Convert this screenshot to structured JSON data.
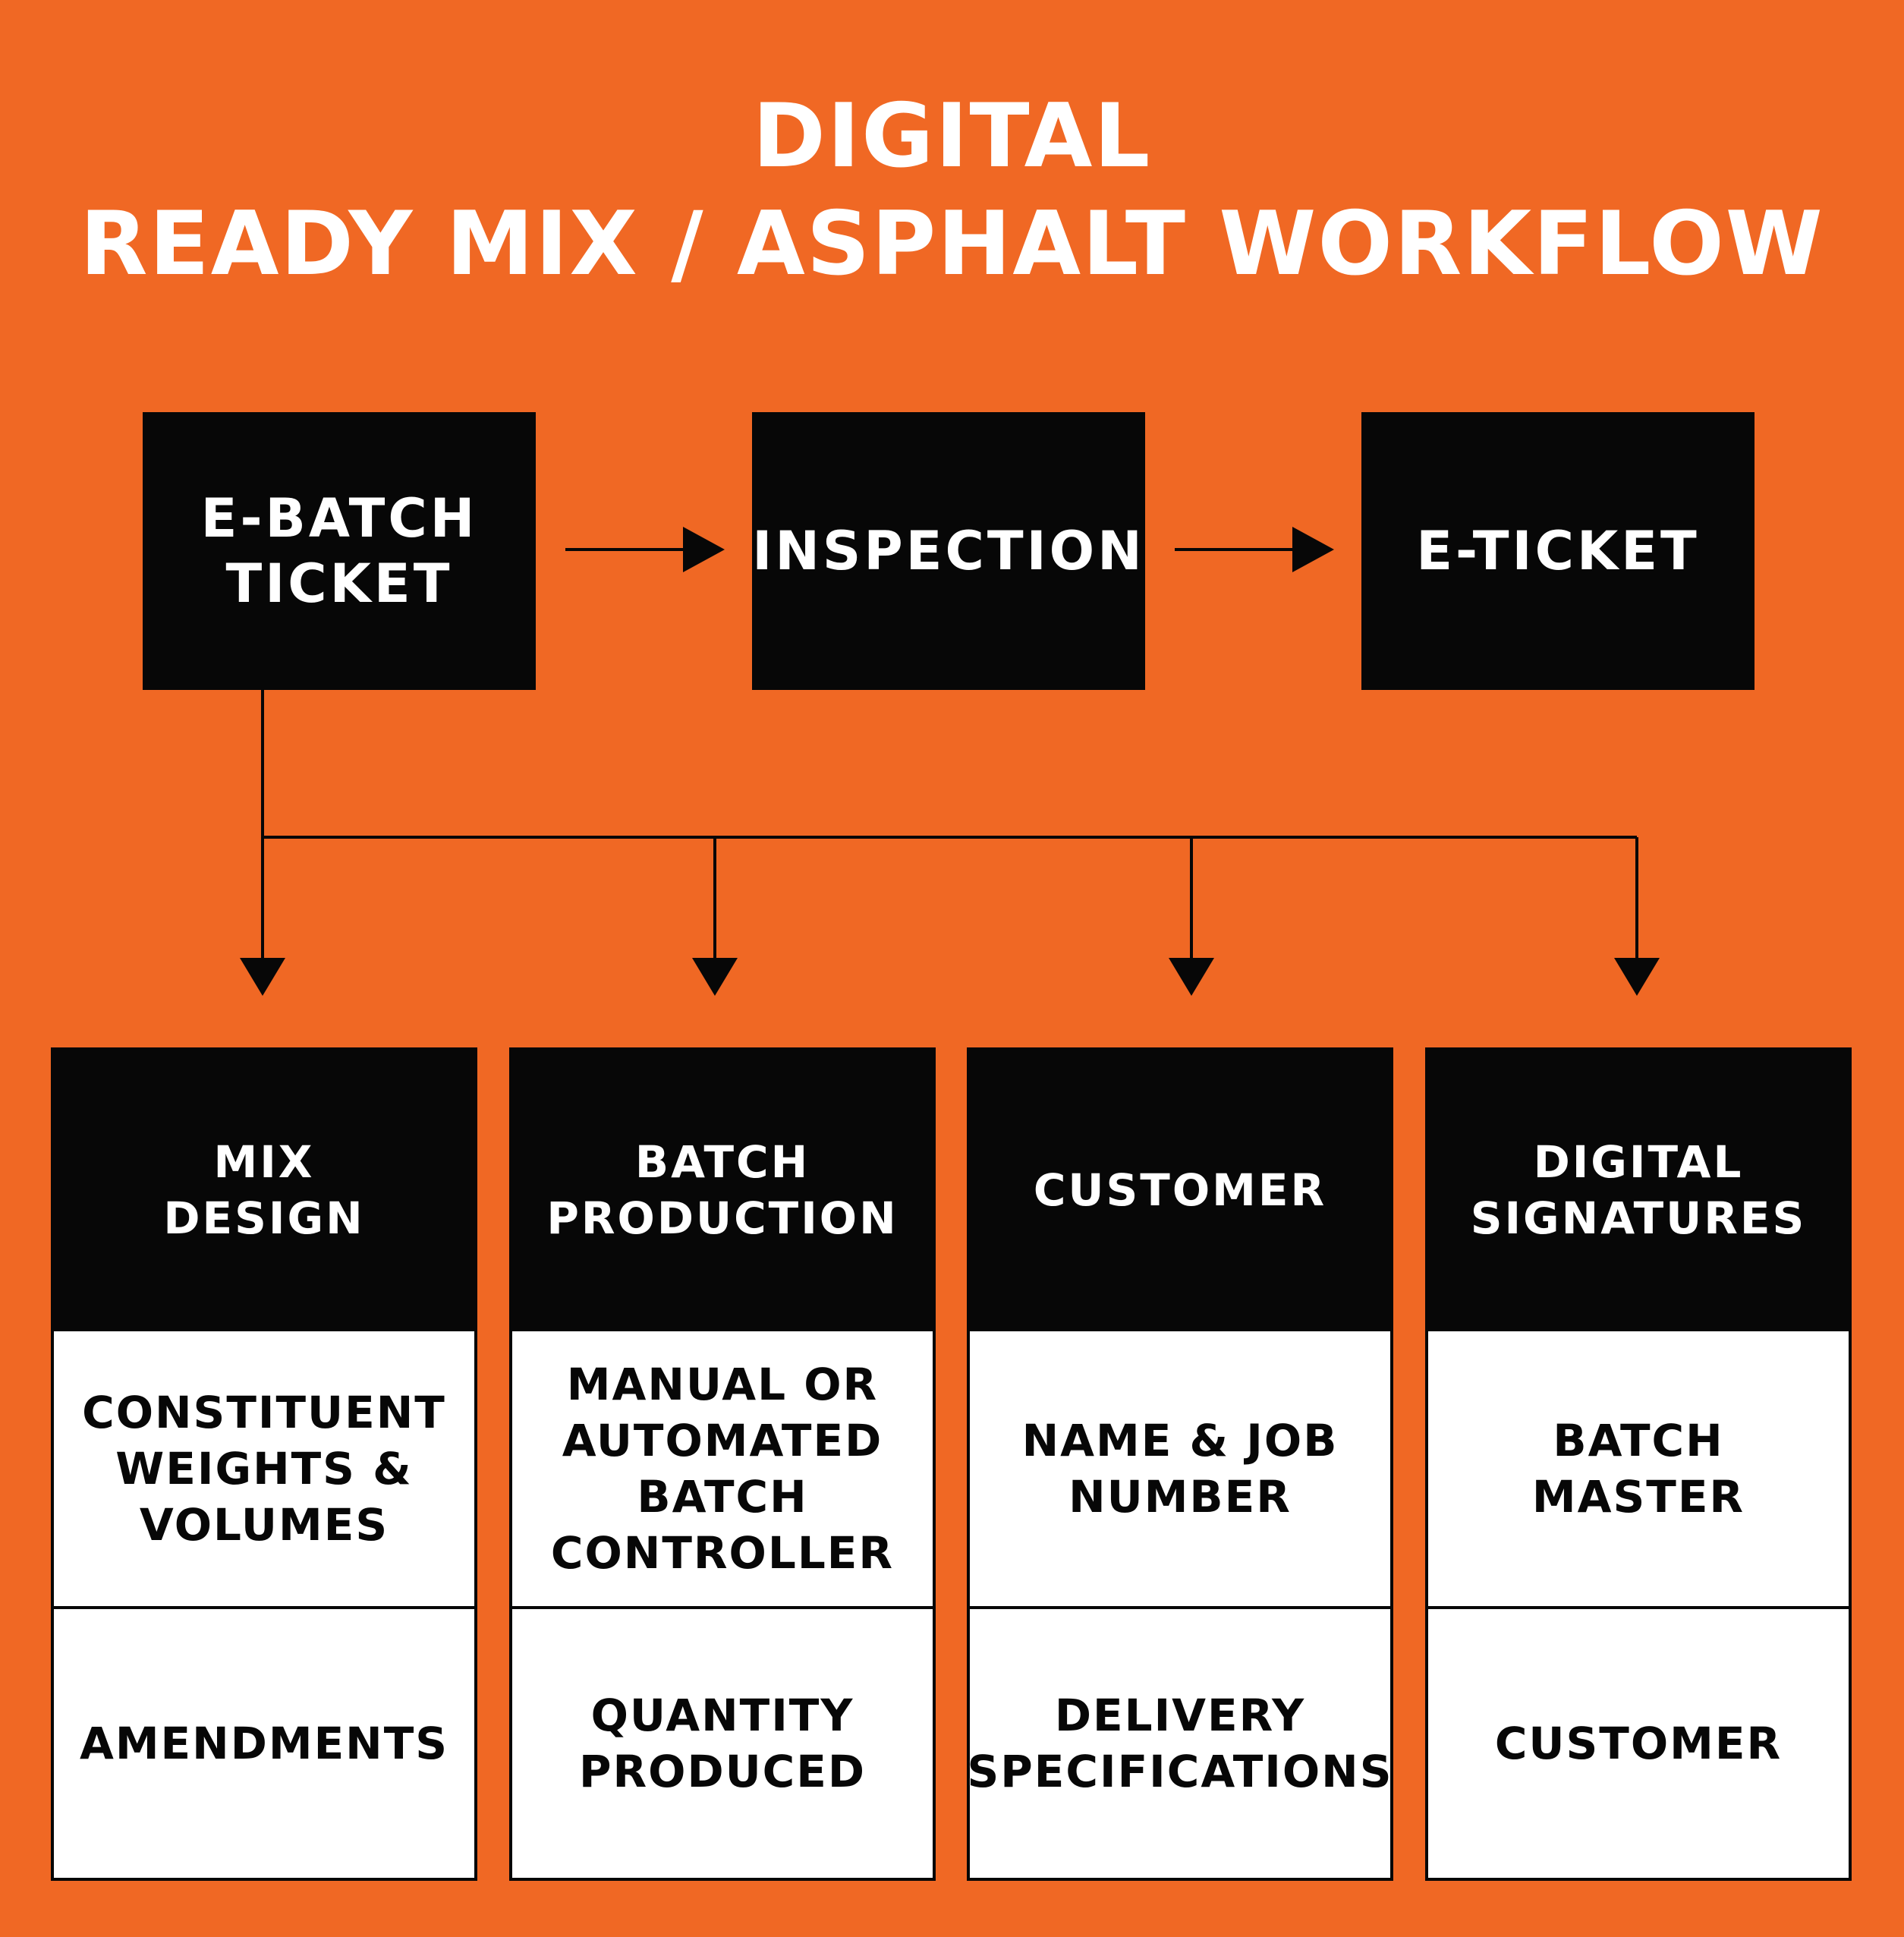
{
  "title": {
    "line1": "DIGITAL",
    "line2": "READY MIX / ASPHALT WORKFLOW"
  },
  "flow": {
    "step1": "E-BATCH\nTICKET",
    "step2": "INSPECTION",
    "step3": "E-TICKET"
  },
  "columns": [
    {
      "header": "MIX\nDESIGN",
      "items": [
        "CONSTITUENT\nWEIGHTS &\nVOLUMES",
        "AMENDMENTS"
      ]
    },
    {
      "header": "BATCH\nPRODUCTION",
      "items": [
        "MANUAL OR\nAUTOMATED\nBATCH\nCONTROLLER",
        "QUANTITY\nPRODUCED"
      ]
    },
    {
      "header": "CUSTOMER",
      "items": [
        "NAME & JOB\nNUMBER",
        "DELIVERY\nSPECIFICATIONS"
      ]
    },
    {
      "header": "DIGITAL\nSIGNATURES",
      "items": [
        "BATCH\nMASTER",
        "CUSTOMER"
      ]
    }
  ],
  "colors": {
    "background": "#f06824",
    "box": "#070707",
    "text_light": "#ffffff",
    "cell": "#ffffff"
  }
}
